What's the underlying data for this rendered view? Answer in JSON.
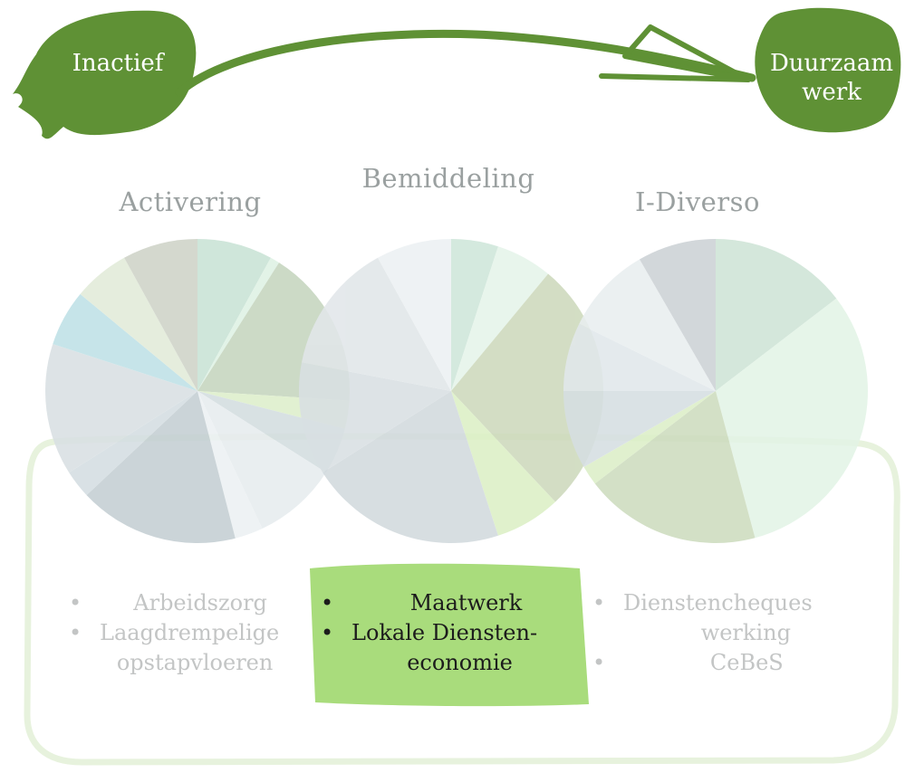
{
  "flow": {
    "start_label": "Inactief",
    "end_label_line1": "Duurzaam",
    "end_label_line2": "werk",
    "color": "#5f9135"
  },
  "pies": [
    {
      "title": "Activering",
      "slices": [
        {
          "value": 8,
          "color": "#c9e3d6"
        },
        {
          "value": 1,
          "color": "#dff2e4"
        },
        {
          "value": 17,
          "color": "#c5d5bf"
        },
        {
          "value": 3,
          "color": "#ddefcb"
        },
        {
          "value": 5,
          "color": "#d3dde0"
        },
        {
          "value": 9,
          "color": "#e7ecef"
        },
        {
          "value": 3,
          "color": "#ecf1f3"
        },
        {
          "value": 17,
          "color": "#c4cfd3"
        },
        {
          "value": 3,
          "color": "#d4dee2"
        },
        {
          "value": 14,
          "color": "#d9e0e3"
        },
        {
          "value": 6,
          "color": "#bfe1e6"
        },
        {
          "value": 6,
          "color": "#e2ebd9"
        },
        {
          "value": 8,
          "color": "#cfd3c8"
        }
      ]
    },
    {
      "title": "Bemiddeling",
      "slices": [
        {
          "value": 5,
          "color": "#cfe6da"
        },
        {
          "value": 6,
          "color": "#e5f4ea"
        },
        {
          "value": 27,
          "color": "#cdd9bc"
        },
        {
          "value": 7,
          "color": "#dcf0c6"
        },
        {
          "value": 21,
          "color": "#d2dade"
        },
        {
          "value": 12,
          "color": "#d9e0e3"
        },
        {
          "value": 14,
          "color": "#e1e6e9"
        },
        {
          "value": 8,
          "color": "#ecf1f3"
        }
      ]
    },
    {
      "title": "I-Diverso",
      "slices": [
        {
          "value": 14,
          "color": "#cfe4d7"
        },
        {
          "value": 30,
          "color": "#e3f4e6"
        },
        {
          "value": 18,
          "color": "#cddcbf"
        },
        {
          "value": 2,
          "color": "#dcefc8"
        },
        {
          "value": 8,
          "color": "#d6dfe2"
        },
        {
          "value": 7,
          "color": "#e1e8eb"
        },
        {
          "value": 9,
          "color": "#e9eef0"
        },
        {
          "value": 8,
          "color": "#ccd2d6"
        }
      ]
    }
  ],
  "lists": {
    "left": [
      "Arbeidszorg",
      "Laagdrempelige",
      "opstapvloeren"
    ],
    "center": [
      "Maatwerk",
      "Lokale Diensten-",
      "economie"
    ],
    "right": [
      "Dienstencheques",
      "werking",
      "CeBeS"
    ]
  },
  "highlight_color": "#a9dc7c",
  "frame_color": "#e7f2dd",
  "bullet": "•"
}
